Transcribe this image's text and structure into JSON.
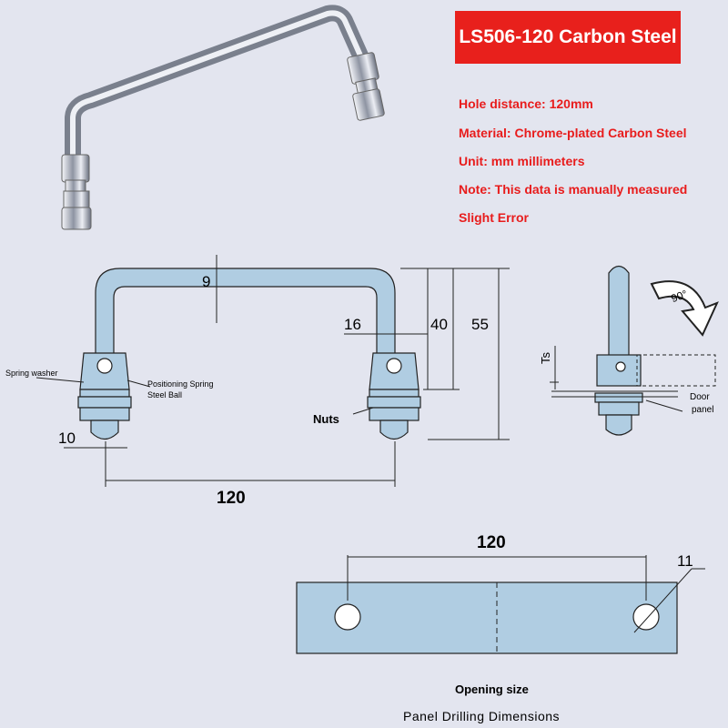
{
  "header": {
    "title": "LS506-120 Carbon Steel"
  },
  "specs": [
    "Hole distance: 120mm",
    "Material: Chrome-plated Carbon Steel",
    "Unit: mm millimeters",
    "Note: This data is manually measured",
    "Slight Error"
  ],
  "front_view": {
    "dim_thickness": "9",
    "dim_width": "16",
    "dim_height_inner": "40",
    "dim_height_total": "55",
    "dim_bolt": "10",
    "dim_hole_distance": "120",
    "label_spring_washer": "Spring washer",
    "label_ball_line1": "Positioning Spring",
    "label_ball_line2": "Steel Ball",
    "label_nuts": "Nuts"
  },
  "side_view": {
    "rotation": "90°",
    "label_ts": "Ts",
    "label_door_line1": "Door",
    "label_door_line2": "panel"
  },
  "panel": {
    "dim_hole_distance": "120",
    "dim_hole_diameter": "11",
    "caption": "Opening size",
    "title": "Panel Drilling Dimensions"
  },
  "colors": {
    "banner": "#e8201c",
    "spec_text": "#e81c1c",
    "drawing_fill": "#b0cde2",
    "line": "#222222"
  }
}
